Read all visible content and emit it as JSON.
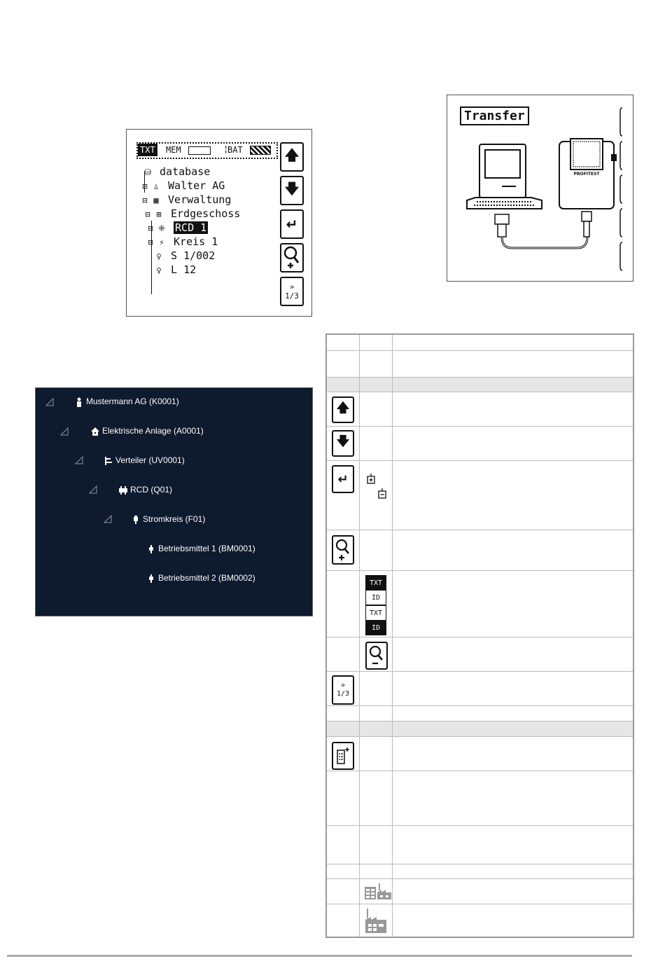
{
  "lcd": {
    "status": {
      "txt": "TXT",
      "mem": "MEM",
      "sep": "¦",
      "bat": "BAT"
    },
    "tree": [
      {
        "label": "database"
      },
      {
        "label": "Walter AG"
      },
      {
        "label": "Verwaltung"
      },
      {
        "label": "Erdgeschoss"
      },
      {
        "label": "RCD 1",
        "selected": true
      },
      {
        "label": "Kreis 1"
      },
      {
        "label": "S 1/002"
      },
      {
        "label": "L 12"
      }
    ],
    "buttons": {
      "up": "up-arrow-icon",
      "down": "down-arrow-icon",
      "enter": "enter-icon",
      "zoom": "zoom-plus-icon",
      "page_top": "»",
      "page_bottom": "1/3"
    }
  },
  "transfer": {
    "title": "Transfer",
    "device_label": "PROFITEST"
  },
  "dark_tree": {
    "rows": [
      {
        "label": "Mustermann AG (K0001)",
        "icon": "person-icon"
      },
      {
        "label": "Elektrische Anlage (A0001)",
        "icon": "house-icon"
      },
      {
        "label": "Verteiler (UV0001)",
        "icon": "distributor-icon"
      },
      {
        "label": "RCD (Q01)",
        "icon": "rcd-icon"
      },
      {
        "label": "Stromkreis (F01)",
        "icon": "circuit-icon"
      },
      {
        "label": "Betriebsmittel 1 (BM0001)",
        "icon": "plug-icon"
      },
      {
        "label": "Betriebsmittel 2 (BM0002)",
        "icon": "plug-icon"
      }
    ]
  },
  "table": {
    "chips": {
      "txt": "TXT",
      "id": "ID"
    },
    "page_top": "»",
    "page_bottom": "1/3"
  }
}
